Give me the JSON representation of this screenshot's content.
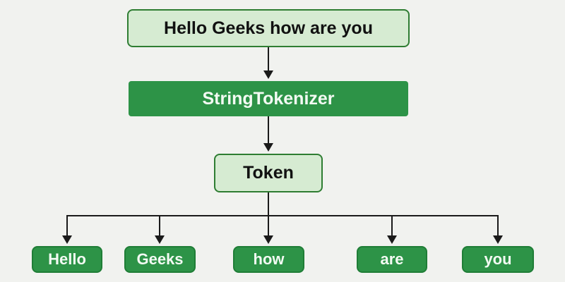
{
  "nodes": {
    "input": "Hello Geeks how are you",
    "tokenizer": "StringTokenizer",
    "token": "Token"
  },
  "tokens": [
    "Hello",
    "Geeks",
    "how",
    "are",
    "you"
  ],
  "colors": {
    "background": "#f1f2ef",
    "light_fill": "#d6ebd2",
    "light_border": "#2e7d32",
    "dark_fill": "#2d9347",
    "dark_border": "#1f7d36",
    "line": "#1a1a1a",
    "text_dark": "#111111",
    "text_light": "#f3faf3"
  }
}
